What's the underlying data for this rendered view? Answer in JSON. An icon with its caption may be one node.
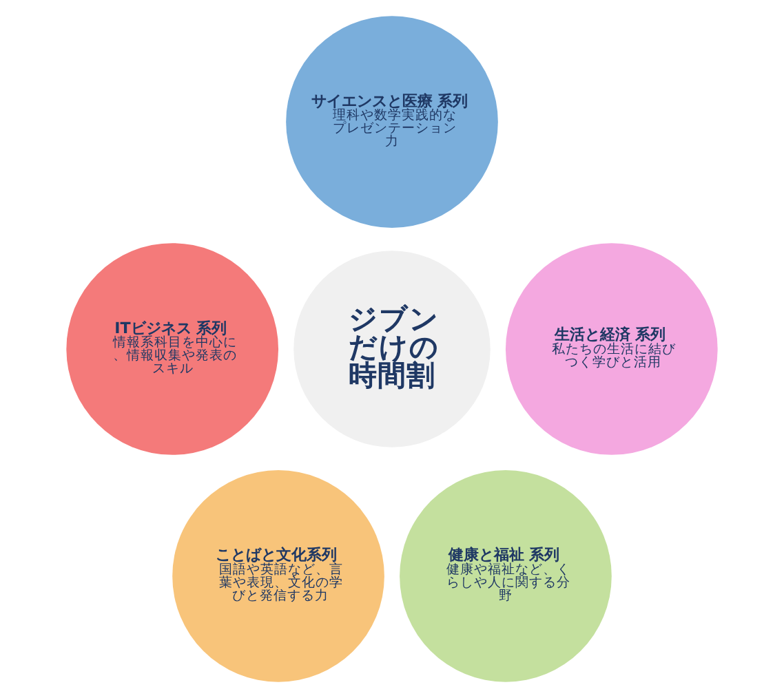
{
  "diagram": {
    "nodes": [
      {
        "text": [
          "ジブンだけの時間割"
        ]
      },
      {
        "text": [
          "サイエンスと医療 系列",
          "理科や数学実践的なプレゼンテーション力"
        ]
      },
      {
        "text": [
          "ITビジネス 系列",
          "情報系科目を中心に、情報収集や発表のスキル"
        ]
      },
      {
        "text": [
          "生活と経済 系列",
          "私たちの生活に結びつく学びと活用"
        ]
      },
      {
        "text": [
          "ことばと文化系列",
          "国語や英語など、言葉や表現、文化の学びと発信する力"
        ]
      },
      {
        "text": [
          "健康と福祉 系列",
          "健康や福祉など、くらしや人に関する分野"
        ]
      }
    ],
    "edges": []
  }
}
